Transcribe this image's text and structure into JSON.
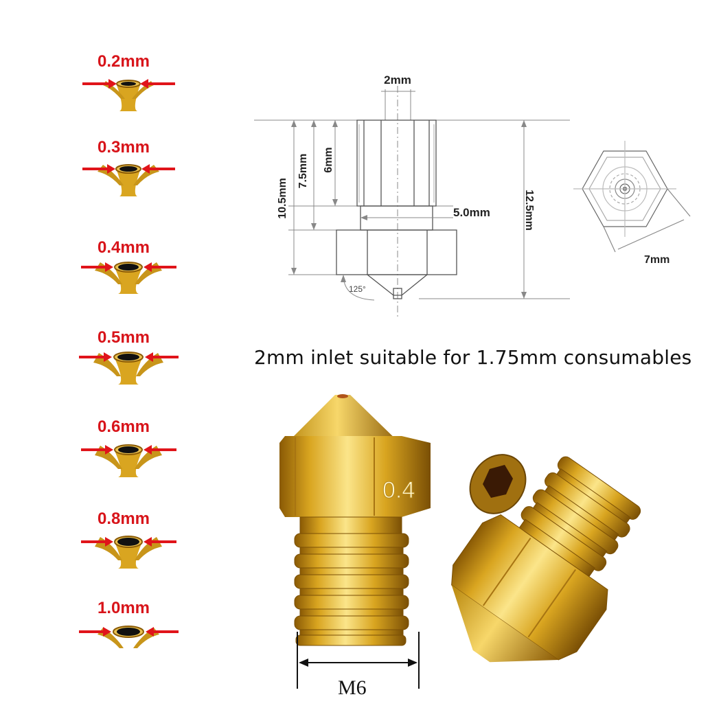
{
  "nozzle_sizes": [
    {
      "label": "0.2mm"
    },
    {
      "label": "0.3mm"
    },
    {
      "label": "0.4mm"
    },
    {
      "label": "0.5mm"
    },
    {
      "label": "0.6mm"
    },
    {
      "label": "0.8mm"
    },
    {
      "label": "1.0mm"
    }
  ],
  "drawing": {
    "inlet": "2mm",
    "height_6": "6mm",
    "height_7_5": "7.5mm",
    "height_10_5": "10.5mm",
    "height_12_5": "12.5mm",
    "diameter_5": "5.0mm",
    "angle": "125°",
    "hex_width": "7mm"
  },
  "caption": "2mm inlet suitable for 1.75mm consumables",
  "photo": {
    "nozzle_marking": "0.4",
    "thread_label": "M6"
  },
  "colors": {
    "label_red": "#d8141a",
    "brass": "#d9a520",
    "brass_dark": "#9a6a08",
    "brass_light": "#f6dc7a"
  }
}
